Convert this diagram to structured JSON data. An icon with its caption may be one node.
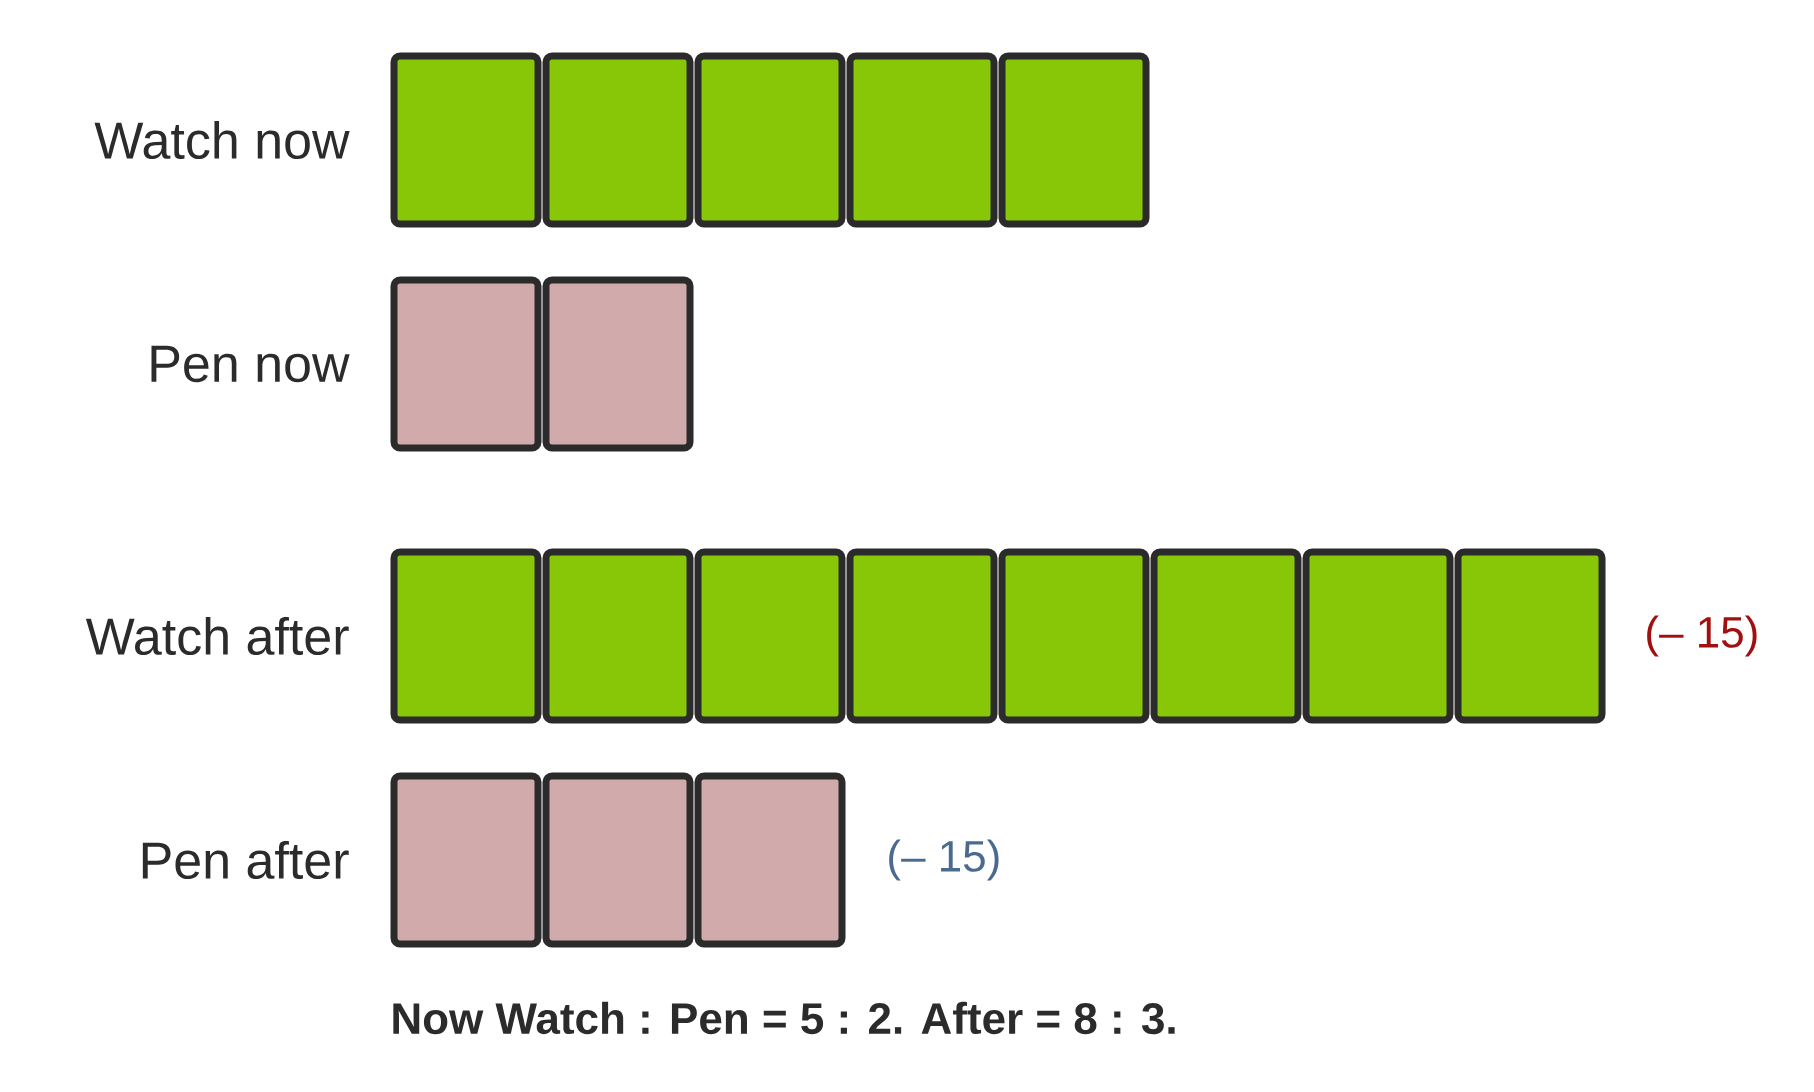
{
  "diagram": {
    "nodes": [
      {
        "text": [],
        "shape": "box"
      },
      {
        "text": [],
        "shape": "box"
      },
      {
        "text": [],
        "shape": "box"
      },
      {
        "text": [],
        "shape": "box"
      },
      {
        "text": [],
        "shape": "box"
      },
      {
        "text": [],
        "shape": "box"
      },
      {
        "text": [],
        "shape": "box"
      },
      {
        "text": [],
        "shape": "box"
      },
      {
        "text": [],
        "shape": "box"
      },
      {
        "text": [],
        "shape": "box"
      },
      {
        "text": [],
        "shape": "box"
      },
      {
        "text": [],
        "shape": "box"
      },
      {
        "text": [],
        "shape": "box"
      },
      {
        "text": [],
        "shape": "box"
      },
      {
        "text": [],
        "shape": "box"
      },
      {
        "text": [],
        "shape": "box"
      },
      {
        "text": [],
        "shape": "box"
      },
      {
        "text": [],
        "shape": "box"
      }
    ],
    "labels": [
      "Watch now",
      "Pen now",
      "Watch after",
      "(– 15)",
      "Pen after",
      "(– 15)",
      "Now Watch : Pen = 5 : 2. After = 8 : 3."
    ]
  }
}
